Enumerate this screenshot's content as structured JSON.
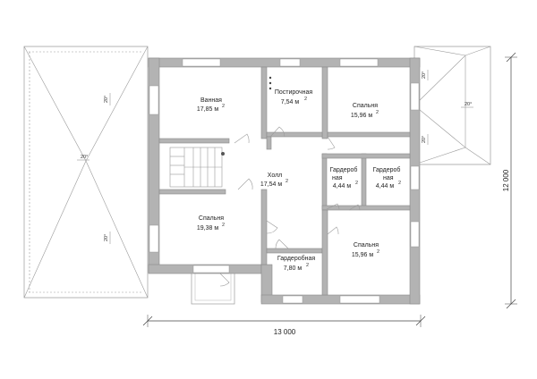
{
  "rooms": {
    "bathroom": {
      "name": "Ванная",
      "area": "17,85 м",
      "unit_sup": "2"
    },
    "laundry": {
      "name": "Постирочная",
      "area": "7,54 м",
      "unit_sup": "2"
    },
    "bedroom_ne": {
      "name": "Спальня",
      "area": "15,96 м",
      "unit_sup": "2"
    },
    "hall": {
      "name": "Холл",
      "area": "17,54 м",
      "unit_sup": "2"
    },
    "wardrobe_a": {
      "name_1": "Гардероб",
      "name_2": "ная",
      "area": "4,44 м",
      "unit_sup": "2"
    },
    "wardrobe_b": {
      "name_1": "Гардероб",
      "name_2": "ная",
      "area": "4,44 м",
      "unit_sup": "2"
    },
    "bedroom_w": {
      "name": "Спальня",
      "area": "19,38 м",
      "unit_sup": "2"
    },
    "wardrobe_c": {
      "name": "Гардеробная",
      "area": "7,80 м",
      "unit_sup": "2"
    },
    "bedroom_se": {
      "name": "Спальня",
      "area": "15,96 м",
      "unit_sup": "2"
    }
  },
  "roof_slopes": {
    "west_top": "20°",
    "west_mid": "20°",
    "west_low": "20°",
    "east_a": "20°",
    "east_b": "20°",
    "east_c": "20°"
  },
  "dimensions": {
    "width": "13 000",
    "height": "12 000"
  }
}
